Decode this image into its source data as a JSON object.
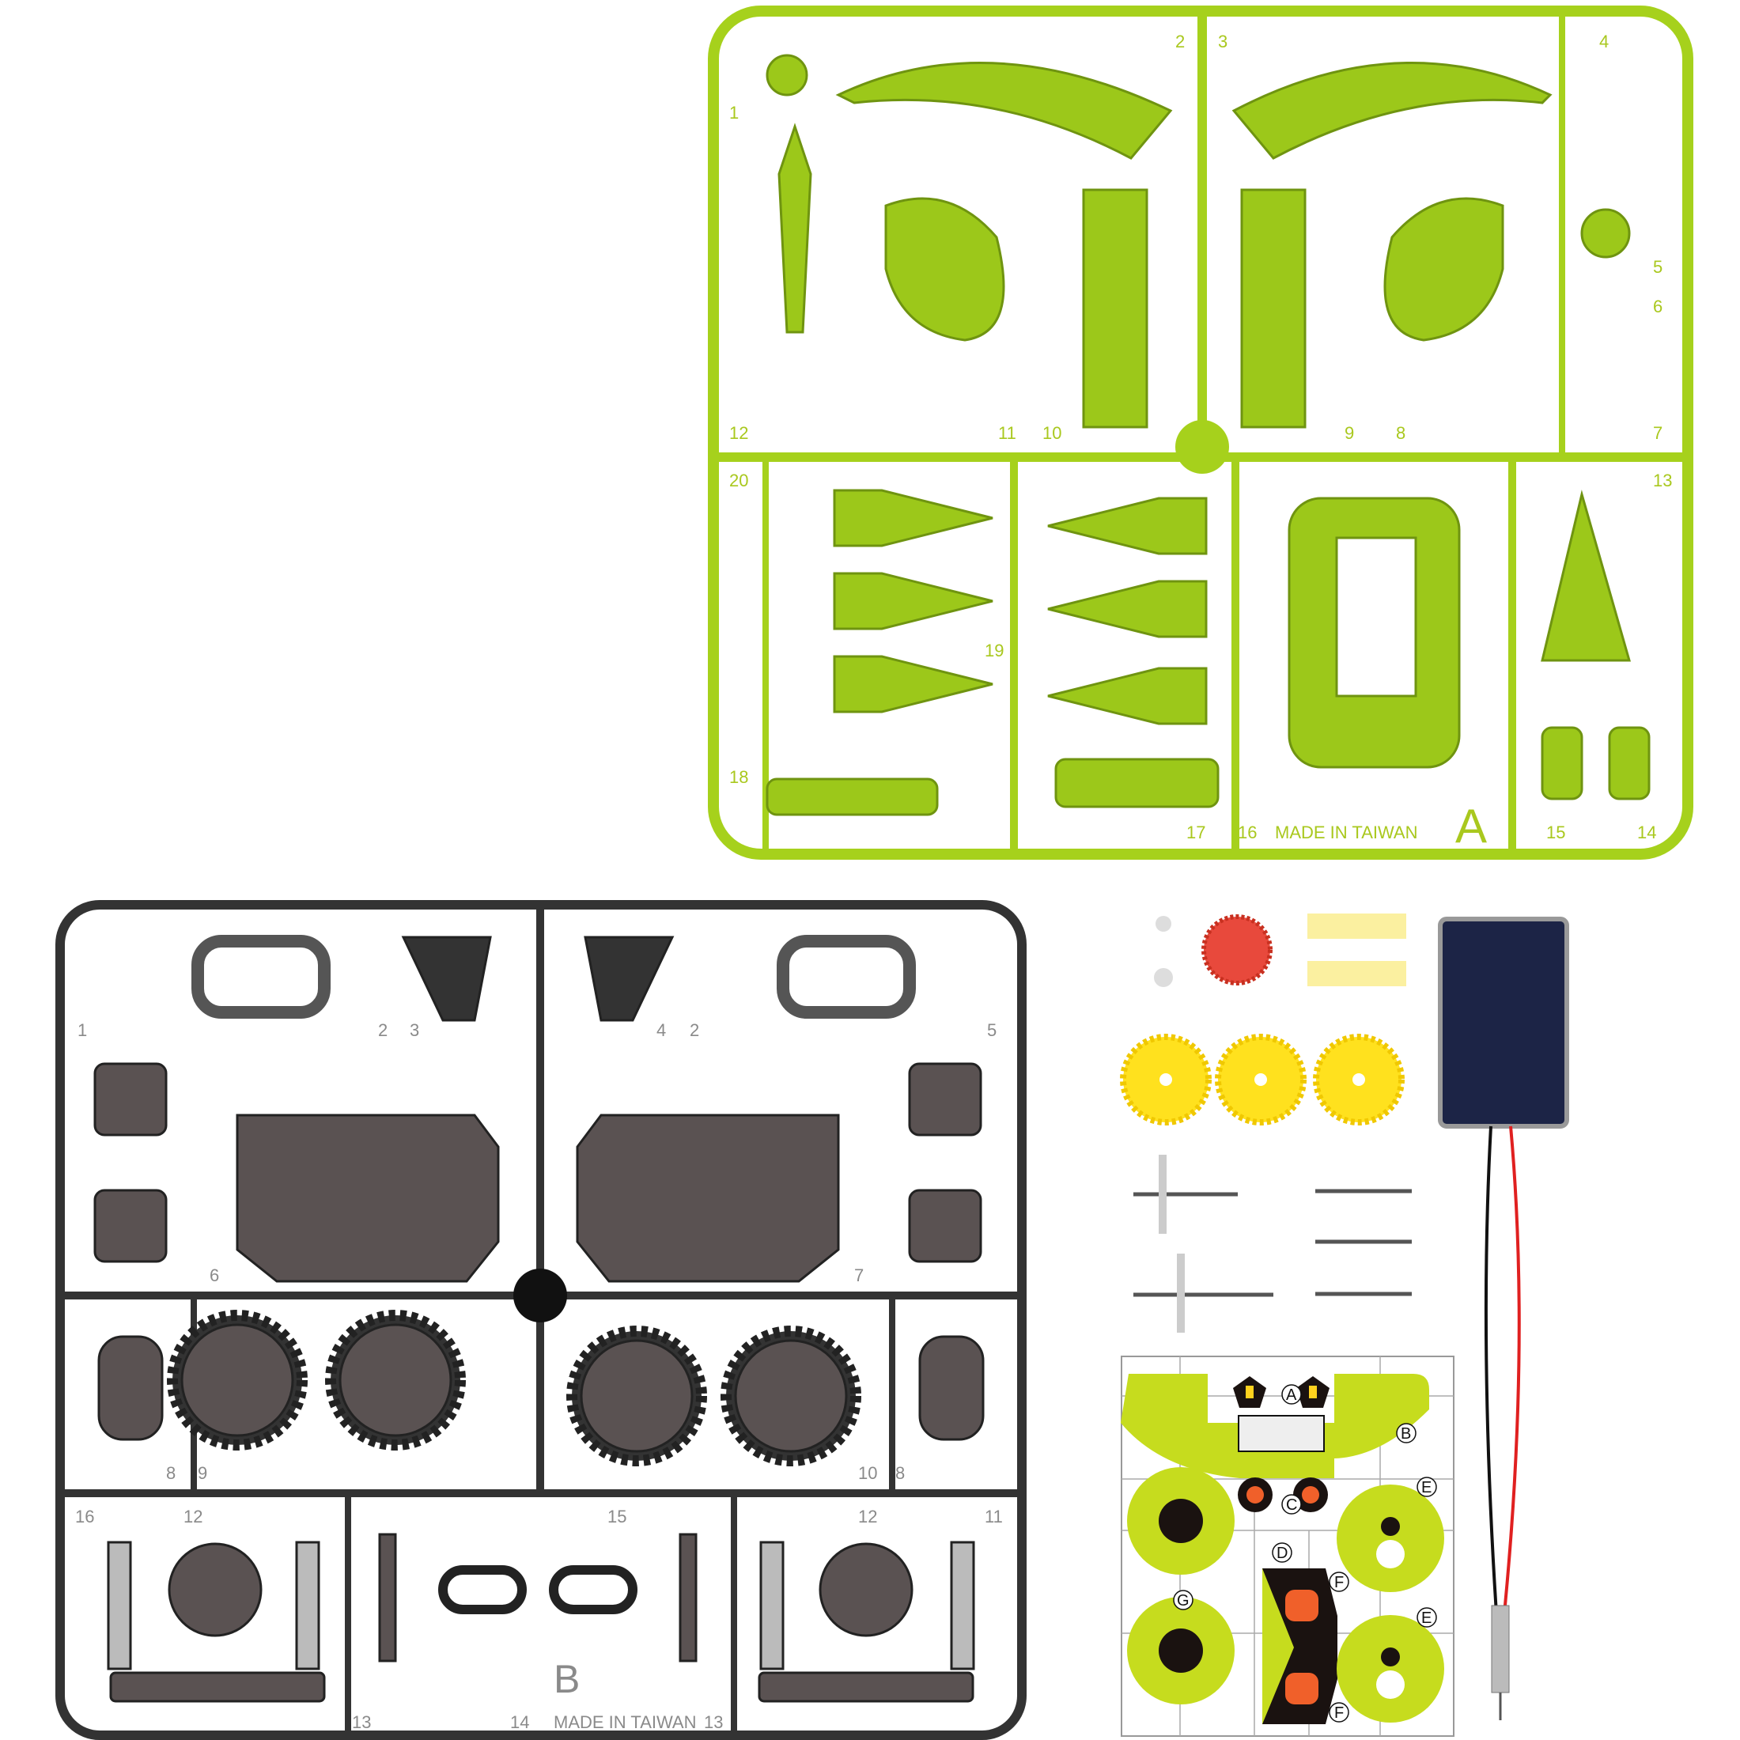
{
  "sprue_a": {
    "letter": "A",
    "stamp": "MADE IN TAIWAN",
    "part_numbers": [
      "1",
      "2",
      "3",
      "4",
      "5",
      "6",
      "7",
      "8",
      "9",
      "10",
      "11",
      "12",
      "13",
      "14",
      "15",
      "16",
      "17",
      "18",
      "19",
      "20"
    ],
    "color": "#a6d11c"
  },
  "sprue_b": {
    "letter": "B",
    "stamp": "MADE IN TAIWAN",
    "part_numbers": [
      "1",
      "2",
      "3",
      "4",
      "2",
      "5",
      "6",
      "7",
      "8",
      "9",
      "10",
      "8",
      "11",
      "12",
      "12",
      "13",
      "13",
      "14",
      "15",
      "16"
    ],
    "color": "#3a3a3a"
  },
  "stickers": {
    "labels": [
      "A",
      "B",
      "C",
      "D",
      "E",
      "F",
      "G",
      "E",
      "F"
    ],
    "colors": {
      "green": "#c6dc1e",
      "black": "#1a1210",
      "orange": "#f0602a",
      "yellow": "#ffd21e"
    }
  },
  "loose_parts": {
    "gear_color_yellow": "#ffe11e",
    "gear_color_red": "#e8493c",
    "tape_color": "#fbf0a0",
    "solar_panel_color": "#1c2446",
    "wire_colors": [
      "#111111",
      "#e02020"
    ]
  }
}
